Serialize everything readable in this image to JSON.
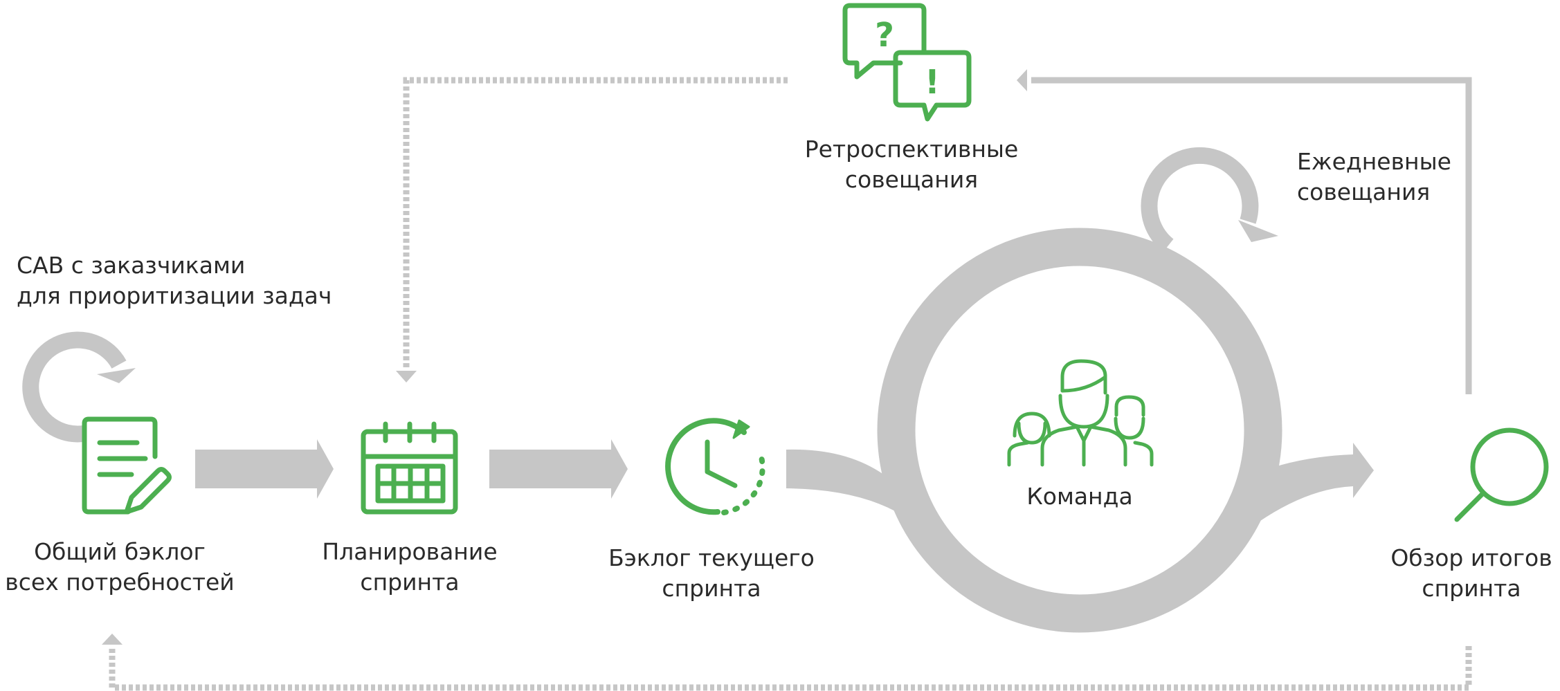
{
  "colors": {
    "icon_green": "#4CAF50",
    "flow_gray": "#C6C6C6",
    "text": "#2A2A2A",
    "background": "#FFFFFF"
  },
  "nodes": {
    "backlog": {
      "icon": "document-pencil-icon",
      "label_line1": "Общий бэклог",
      "label_line2": "всех потребностей"
    },
    "planning": {
      "icon": "calendar-icon",
      "label_line1": "Планирование",
      "label_line2": "спринта"
    },
    "sprint_backlog": {
      "icon": "clock-icon",
      "label_line1": "Бэклог текущего",
      "label_line2": "спринта"
    },
    "team": {
      "icon": "team-icon",
      "label": "Команда"
    },
    "review": {
      "icon": "magnifier-icon",
      "label_line1": "Обзор итогов",
      "label_line2": "спринта"
    },
    "retro": {
      "icon": "chat-bubbles-icon",
      "label_line1": "Ретроспективные",
      "label_line2": "совещания"
    }
  },
  "annotations": {
    "cab": {
      "line1": "CAB с заказчиками",
      "line2": "для приоритизации задач"
    },
    "daily": {
      "line1": "Ежедневные",
      "line2": "совещания"
    }
  },
  "icon_marks": {
    "question": "?",
    "exclamation": "!"
  }
}
